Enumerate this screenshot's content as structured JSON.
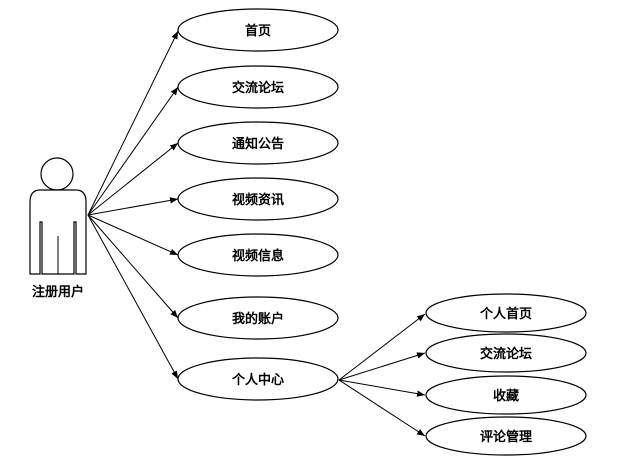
{
  "actor": {
    "label": "注册用户"
  },
  "use_cases": [
    {
      "id": "home",
      "label": "首页"
    },
    {
      "id": "forum",
      "label": "交流论坛"
    },
    {
      "id": "notice",
      "label": "通知公告"
    },
    {
      "id": "video-news",
      "label": "视频资讯"
    },
    {
      "id": "video-info",
      "label": "视频信息"
    },
    {
      "id": "my-account",
      "label": "我的账户"
    },
    {
      "id": "personal-center",
      "label": "个人中心"
    }
  ],
  "sub_use_cases": [
    {
      "id": "personal-home",
      "label": "个人首页"
    },
    {
      "id": "sub-forum",
      "label": "交流论坛"
    },
    {
      "id": "favorites",
      "label": "收藏"
    },
    {
      "id": "comment-manage",
      "label": "评论管理"
    }
  ]
}
